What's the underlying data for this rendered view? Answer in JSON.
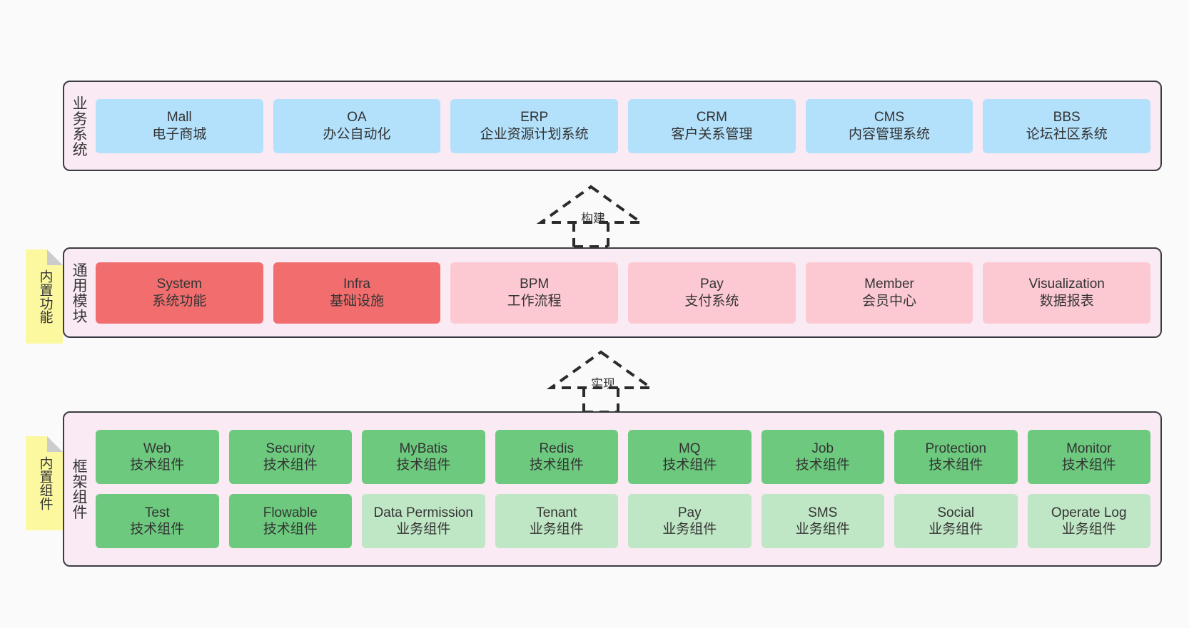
{
  "diagram": {
    "background_color": "#fafafa",
    "panel_color": "#f9eaf4",
    "panel_border_color": "#3b3b43",
    "note_color": "#fbf8a0",
    "note_fold_color": "#cccccc"
  },
  "layers": {
    "business": {
      "side_label": "业务系统",
      "card_color": "#b3e0fb",
      "cards": [
        {
          "en": "Mall",
          "cn": "电子商城"
        },
        {
          "en": "OA",
          "cn": "办公自动化"
        },
        {
          "en": "ERP",
          "cn": "企业资源计划系统"
        },
        {
          "en": "CRM",
          "cn": "客户关系管理"
        },
        {
          "en": "CMS",
          "cn": "内容管理系统"
        },
        {
          "en": "BBS",
          "cn": "论坛社区系统"
        }
      ]
    },
    "modules": {
      "side_label": "通用模块",
      "note_label": "内置功能",
      "card_color_primary": "#f26e6e",
      "card_color_secondary": "#fcc9d3",
      "cards": [
        {
          "en": "System",
          "cn": "系统功能",
          "style": "primary"
        },
        {
          "en": "Infra",
          "cn": "基础设施",
          "style": "primary"
        },
        {
          "en": "BPM",
          "cn": "工作流程",
          "style": "secondary"
        },
        {
          "en": "Pay",
          "cn": "支付系统",
          "style": "secondary"
        },
        {
          "en": "Member",
          "cn": "会员中心",
          "style": "secondary"
        },
        {
          "en": "Visualization",
          "cn": "数据报表",
          "style": "secondary"
        }
      ]
    },
    "framework": {
      "side_label": "框架组件",
      "note_label": "内置组件",
      "card_color_tech": "#6cc97d",
      "card_color_business": "#bfe6c5",
      "row1": [
        {
          "en": "Web",
          "cn": "技术组件"
        },
        {
          "en": "Security",
          "cn": "技术组件"
        },
        {
          "en": "MyBatis",
          "cn": "技术组件"
        },
        {
          "en": "Redis",
          "cn": "技术组件"
        },
        {
          "en": "MQ",
          "cn": "技术组件"
        },
        {
          "en": "Job",
          "cn": "技术组件"
        },
        {
          "en": "Protection",
          "cn": "技术组件"
        },
        {
          "en": "Monitor",
          "cn": "技术组件"
        }
      ],
      "row2": [
        {
          "en": "Test",
          "cn": "技术组件",
          "style": "tech"
        },
        {
          "en": "Flowable",
          "cn": "技术组件",
          "style": "tech"
        },
        {
          "en": "Data Permission",
          "cn": "业务组件",
          "style": "business"
        },
        {
          "en": "Tenant",
          "cn": "业务组件",
          "style": "business"
        },
        {
          "en": "Pay",
          "cn": "业务组件",
          "style": "business"
        },
        {
          "en": "SMS",
          "cn": "业务组件",
          "style": "business"
        },
        {
          "en": "Social",
          "cn": "业务组件",
          "style": "business"
        },
        {
          "en": "Operate Log",
          "cn": "业务组件",
          "style": "business"
        }
      ]
    }
  },
  "connectors": [
    {
      "label": "构建",
      "direction": "up"
    },
    {
      "label": "实现",
      "direction": "up"
    }
  ]
}
